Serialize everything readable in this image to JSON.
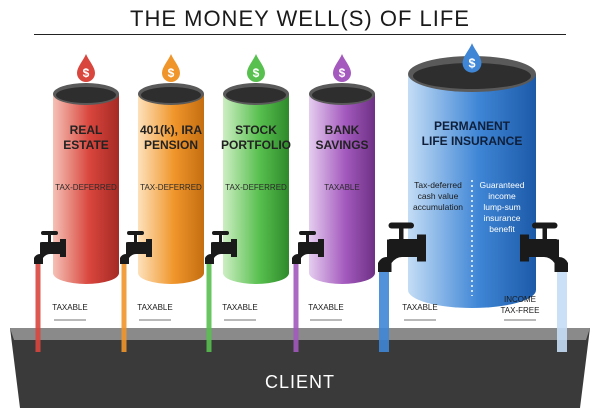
{
  "title": "THE MONEY WELL(S) OF LIFE",
  "trough_label": "CLIENT",
  "wells": [
    {
      "name_lines": [
        "REAL",
        "ESTATE"
      ],
      "tax_label": "TAX-DEFERRED",
      "spout_label": "TAXABLE",
      "color_dark": "#a52a25",
      "color_mid": "#d9463d",
      "color_light": "#f5c1b6"
    },
    {
      "name_lines": [
        "401(k), IRA",
        "PENSION"
      ],
      "tax_label": "TAX-DEFERRED",
      "spout_label": "TAXABLE",
      "color_dark": "#c46e12",
      "color_mid": "#f0952a",
      "color_light": "#fde1ba"
    },
    {
      "name_lines": [
        "STOCK",
        "PORTFOLIO"
      ],
      "tax_label": "TAX-DEFERRED",
      "spout_label": "TAXABLE",
      "color_dark": "#2e8a2a",
      "color_mid": "#58c04f",
      "color_light": "#cdeec3"
    },
    {
      "name_lines": [
        "BANK",
        "SAVINGS"
      ],
      "tax_label": "TAXABLE",
      "spout_label": "TAXABLE",
      "color_dark": "#6e3185",
      "color_mid": "#a359bd",
      "color_light": "#e5cdef"
    }
  ],
  "insurance": {
    "name_lines": [
      "PERMANENT",
      "LIFE INSURANCE"
    ],
    "left_text": [
      "Tax-deferred",
      "cash value",
      "accumulation"
    ],
    "right_text": [
      "Guaranteed",
      "income",
      "lump-sum",
      "insurance",
      "benefit"
    ],
    "left_spout_label": "TAXABLE",
    "right_spout_label": [
      "INCOME",
      "TAX-FREE"
    ],
    "color_dark": "#1c5aa8",
    "color_mid": "#3f86d6",
    "color_light": "#c4ddf5"
  },
  "dollar_sign": "$",
  "colors": {
    "faucet": "#1a1a1a",
    "trough_top": "#8a8a8a",
    "trough_body": "#3a3a3a",
    "trough_text": "#ffffff"
  }
}
